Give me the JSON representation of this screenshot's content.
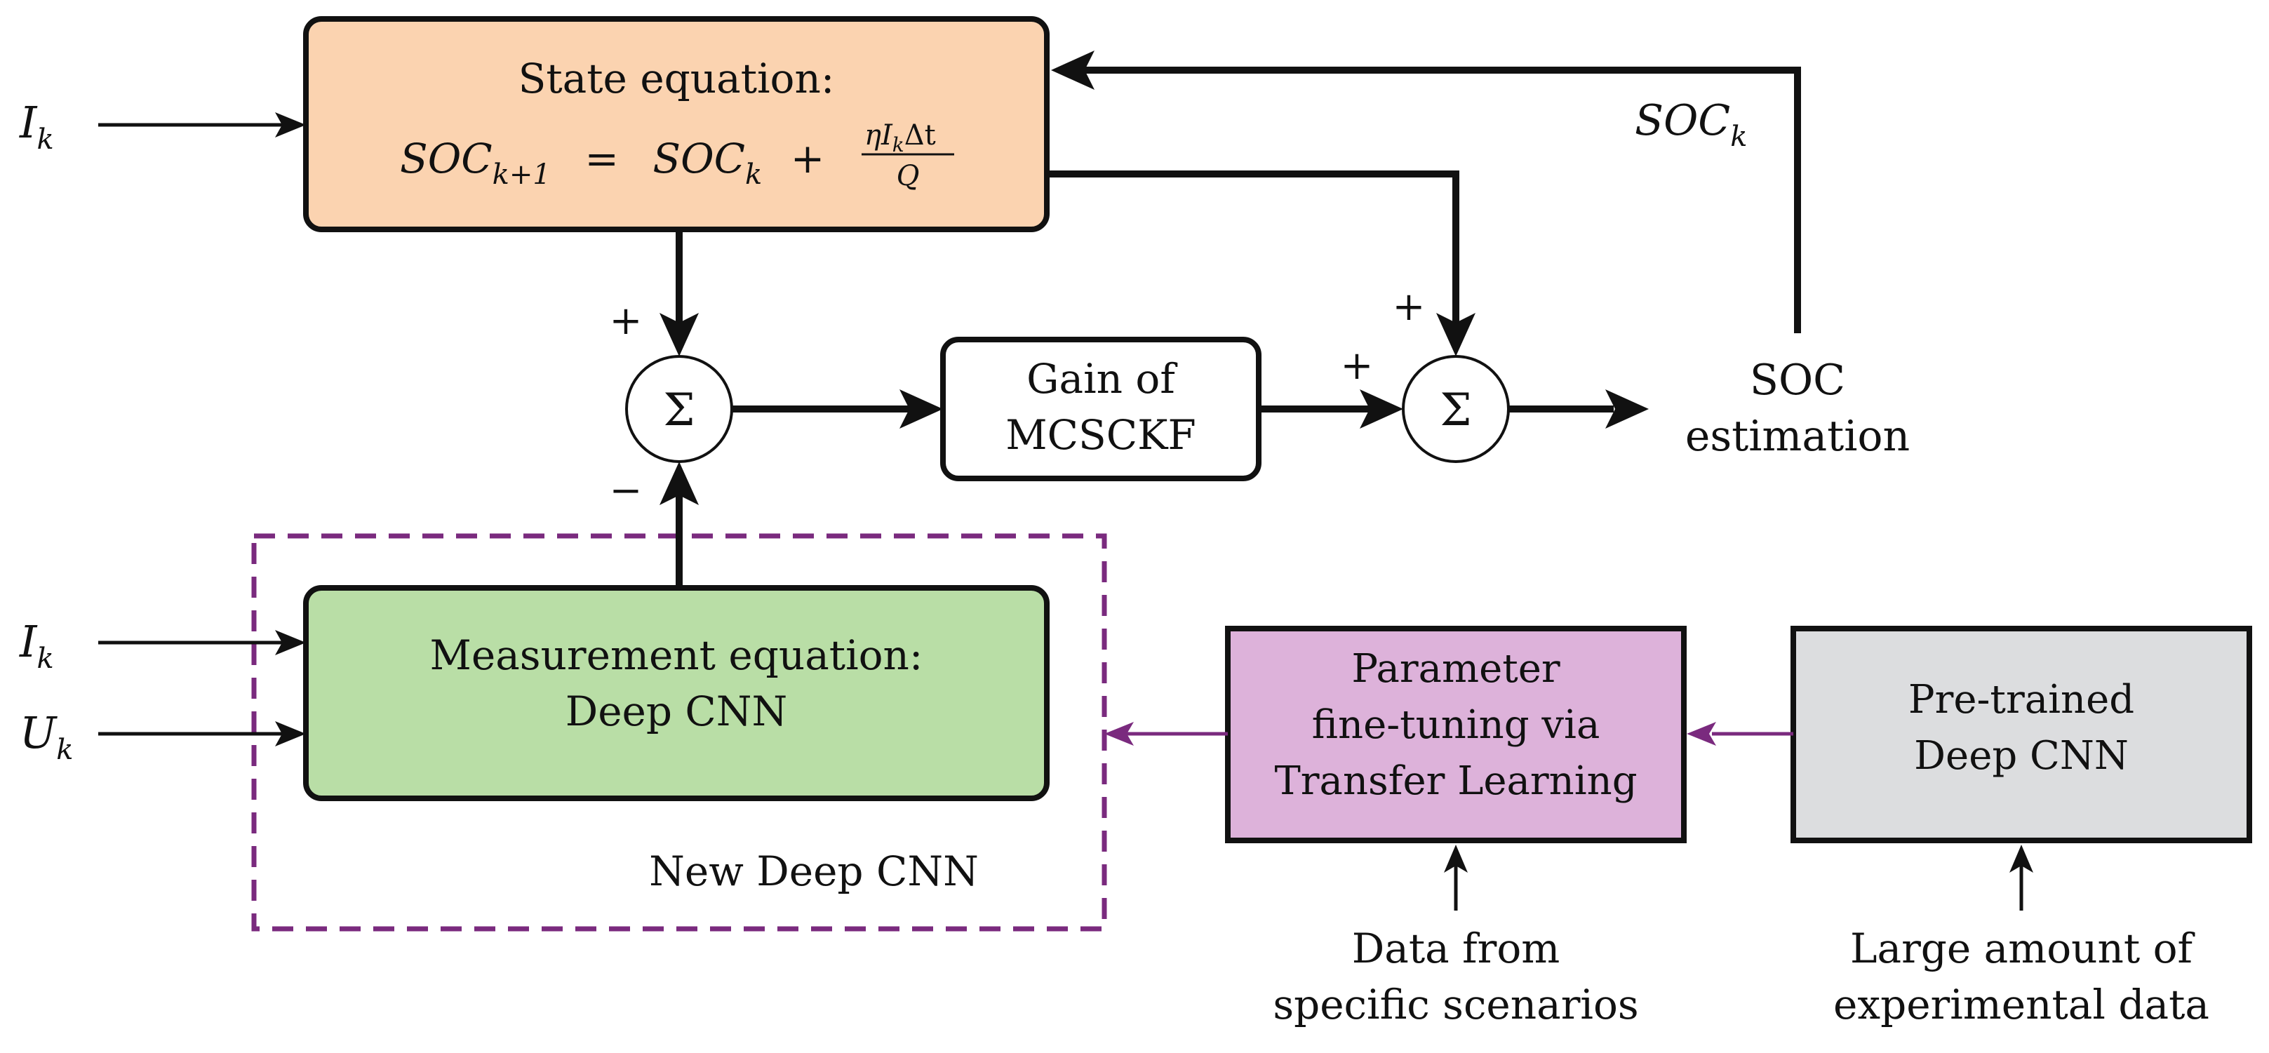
{
  "blocks": {
    "state": {
      "title": "State equation:",
      "lhs": "SOC",
      "lhs_sub": "k+1",
      "eq": "=",
      "rhs": "SOC",
      "rhs_sub": "k",
      "plus": "+",
      "frac_num_eta": "η",
      "frac_num_I": "I",
      "frac_num_k": "k",
      "frac_num_dt": "Δt",
      "frac_den": "Q",
      "fill": "#fbd3b0"
    },
    "measurement": {
      "line1": "Measurement equation:",
      "line2": "Deep CNN",
      "fill": "#b9dea6"
    },
    "gain": {
      "line1": "Gain of",
      "line2": "MCSCKF"
    },
    "transfer": {
      "line1": "Parameter",
      "line2": "fine-tuning via",
      "line3": "Transfer Learning",
      "fill": "#ddb2da"
    },
    "pretrained": {
      "line1": "Pre-trained",
      "line2": "Deep CNN",
      "fill": "#dcdddf"
    }
  },
  "inputs": {
    "ik_top": {
      "main": "I",
      "sub": "k"
    },
    "ik_bottom": {
      "main": "I",
      "sub": "k"
    },
    "uk": {
      "main": "U",
      "sub": "k"
    }
  },
  "feedback": {
    "main": "SOC",
    "sub": "k"
  },
  "sums": {
    "sum1": {
      "symbol": "Σ",
      "plus": "+",
      "minus": "−"
    },
    "sum2": {
      "symbol": "Σ",
      "plus_top": "+",
      "plus_left": "+"
    }
  },
  "output": {
    "line1": "SOC",
    "line2": "estimation"
  },
  "labels": {
    "new_cnn": "New Deep CNN",
    "data_specific_1": "Data from",
    "data_specific_2": "specific scenarios",
    "data_large_1": "Large amount of",
    "data_large_2": "experimental data"
  },
  "colors": {
    "line": "#111111",
    "purple": "#7a2a7e"
  }
}
